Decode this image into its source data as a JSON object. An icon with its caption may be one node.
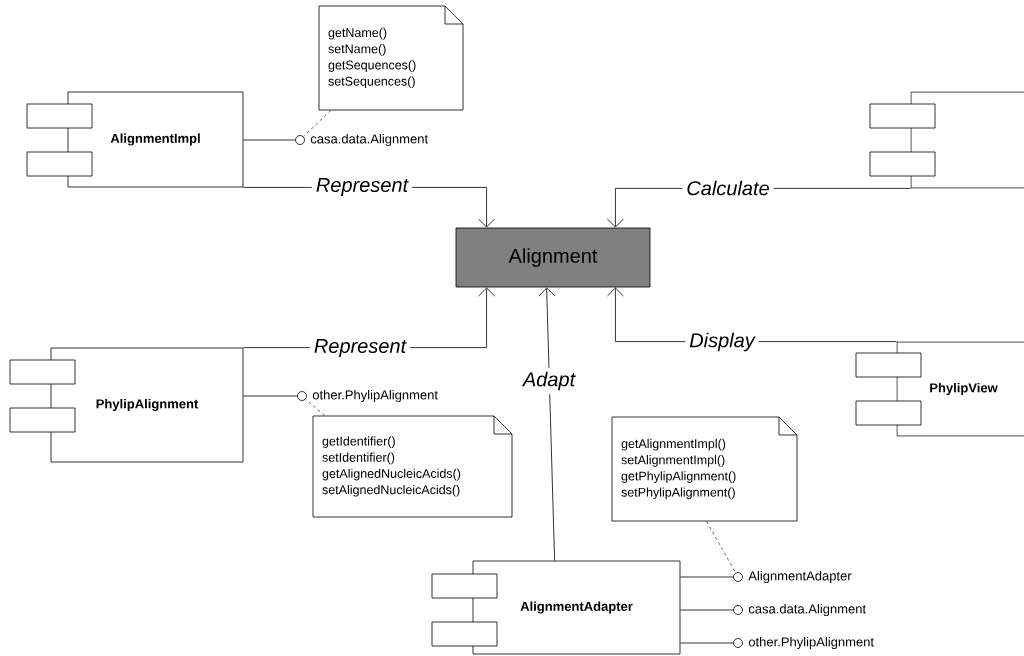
{
  "diagram": {
    "nodes": [
      {
        "text": [
          "getName()",
          "setName()",
          "getSequences()",
          "setSequences()"
        ]
      },
      {
        "text": [
          "AlignmentImpl"
        ]
      },
      {
        "text": [],
        "shape": "circle",
        "beside": [
          "casa.data.Alignment"
        ]
      },
      {
        "text": [],
        "shape": "box"
      },
      {
        "text": [
          "Alignment"
        ]
      },
      {
        "text": [
          "PhylipAlignment"
        ]
      },
      {
        "text": [],
        "shape": "circle",
        "beside": [
          "other.PhylipAlignment"
        ]
      },
      {
        "text": [
          "PhylipView"
        ]
      },
      {
        "text": [
          "getIdentifier()",
          "setIdentifier()",
          "getAlignedNucleicAcids()",
          "setAlignedNucleicAcids()"
        ]
      },
      {
        "text": [
          "getAlignmentImpl()",
          "setAlignmentImpl()",
          "getPhylipAlignment()",
          "setPhylipAlignment()"
        ]
      },
      {
        "text": [
          "AlignmentAdapter"
        ]
      },
      {
        "text": [],
        "shape": "circle",
        "beside": [
          "AlignmentAdapter"
        ]
      },
      {
        "text": [],
        "shape": "circle",
        "beside": [
          "casa.data.Alignment"
        ]
      },
      {
        "text": [],
        "shape": "circle",
        "beside": [
          "other.PhylipAlignment"
        ]
      }
    ],
    "edges": [
      {
        "from": 1,
        "to": 4,
        "arrow": "to",
        "label": "Represent"
      },
      {
        "from": 3,
        "to": 4,
        "arrow": "to",
        "label": "Calculate"
      },
      {
        "from": 5,
        "to": 4,
        "arrow": "to",
        "label": "Represent"
      },
      {
        "from": 10,
        "to": 4,
        "arrow": "to",
        "label": "Adapt"
      },
      {
        "from": 7,
        "to": 4,
        "arrow": "to",
        "label": "Display"
      },
      {
        "from": 1,
        "to": 2,
        "arrow": "none"
      },
      {
        "from": 0,
        "to": 2,
        "arrow": "none",
        "style": "dashed"
      },
      {
        "from": 5,
        "to": 6,
        "arrow": "none"
      },
      {
        "from": 8,
        "to": 6,
        "arrow": "none",
        "style": "dashed"
      },
      {
        "from": 10,
        "to": 11,
        "arrow": "none"
      },
      {
        "from": 10,
        "to": 12,
        "arrow": "none"
      },
      {
        "from": 10,
        "to": 13,
        "arrow": "none"
      },
      {
        "from": 9,
        "to": 11,
        "arrow": "none",
        "style": "dashed"
      }
    ]
  }
}
